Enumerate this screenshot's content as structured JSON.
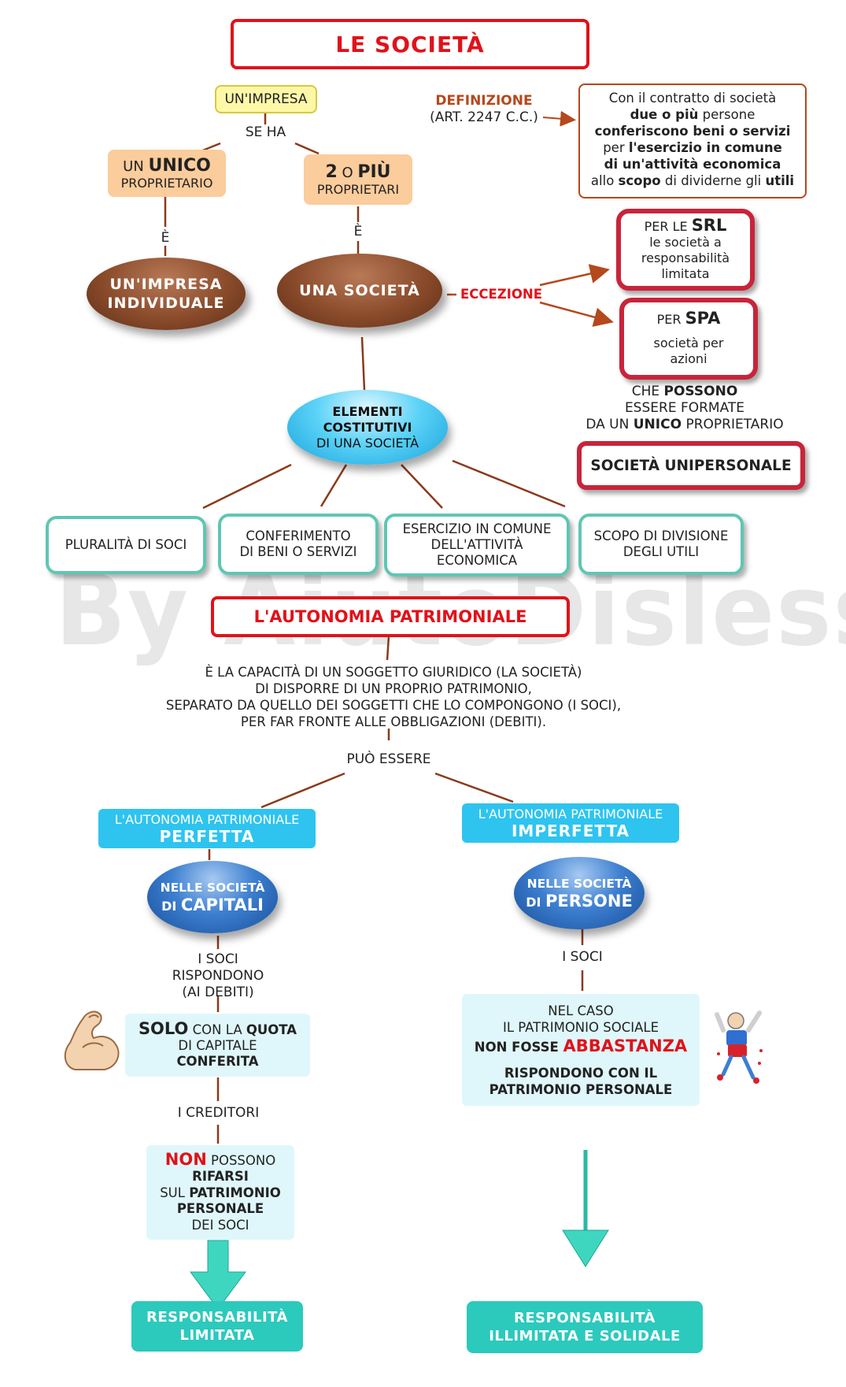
{
  "title": "LE SOCIETÀ",
  "impresa": "UN'IMPRESA",
  "se_ha": "SE HA",
  "unico": {
    "pre": "UN ",
    "strong": "UNICO",
    "line2": "PROPRIETARIO"
  },
  "piu": {
    "strong1": "2",
    "mid": " O ",
    "strong2": "PIÙ",
    "line2": "PROPRIETARI"
  },
  "e1": "È",
  "e2": "È",
  "impresa_individuale": {
    "line1": "UN'IMPRESA",
    "line2": "INDIVIDUALE"
  },
  "una_societa": "UNA SOCIETÀ",
  "definizione": {
    "label": "DEFINIZIONE",
    "ref": "(ART. 2247 C.C.)"
  },
  "definition_box": {
    "l1": "Con il contratto di società",
    "l2a": "due o più",
    "l2b": " persone",
    "l3": "conferiscono beni o servizi",
    "l4a": "per ",
    "l4b": "l'esercizio in comune",
    "l5": "di un'attività economica",
    "l6a": "allo ",
    "l6b": "scopo",
    "l6c": " di dividerne gli ",
    "l6d": "utili"
  },
  "eccezione": "ECCEZIONE",
  "srl": {
    "pre": "PER LE ",
    "strong": "SRL",
    "l2": "le società a",
    "l3": "responsabilità",
    "l4": "limitata"
  },
  "spa": {
    "pre": "PER ",
    "strong": "SPA",
    "l2": "società per",
    "l3": "azioni"
  },
  "possono": {
    "l1a": "CHE ",
    "l1b": "POSSONO",
    "l2": "ESSERE FORMATE",
    "l3a": "DA UN ",
    "l3b": "UNICO",
    "l3c": " PROPRIETARIO"
  },
  "unipersonale": "SOCIETÀ UNIPERSONALE",
  "elementi": {
    "l1": "ELEMENTI",
    "l2": "COSTITUTIVI",
    "l3": "DI UNA SOCIETÀ"
  },
  "element_boxes": [
    {
      "l1": "PLURALITÀ DI SOCI",
      "l2": "",
      "l3": ""
    },
    {
      "l1": "CONFERIMENTO",
      "l2": "DI BENI O SERVIZI",
      "l3": ""
    },
    {
      "l1": "ESERCIZIO IN COMUNE",
      "l2": "DELL'ATTIVITÀ",
      "l3": "ECONOMICA"
    },
    {
      "l1": "SCOPO DI DIVISIONE",
      "l2": "DEGLI UTILI",
      "l3": ""
    }
  ],
  "autonomia_title": "L'AUTONOMIA PATRIMONIALE",
  "autonomia_def": {
    "l1": "È LA CAPACITÀ DI UN SOGGETTO GIURIDICO (LA SOCIETÀ)",
    "l2": "DI DISPORRE DI UN PROPRIO PATRIMONIO,",
    "l3": "SEPARATO DA QUELLO DEI SOGGETTI CHE LO COMPONGONO (I SOCI),",
    "l4": "PER FAR FRONTE ALLE OBBLIGAZIONI (DEBITI)."
  },
  "puo_essere": "PUÒ ESSERE",
  "perfetta": {
    "l1": "L'AUTONOMIA PATRIMONIALE",
    "l2": "PERFETTA"
  },
  "imperfetta": {
    "l1": "L'AUTONOMIA PATRIMONIALE",
    "l2": "IMPERFETTA"
  },
  "capitali": {
    "l1": "NELLE SOCIETÀ",
    "l2a": "DI ",
    "l2b": "CAPITALI"
  },
  "persone": {
    "l1": "NELLE SOCIETÀ",
    "l2a": "DI ",
    "l2b": "PERSONE"
  },
  "soci_rispondono": {
    "l1": "I SOCI",
    "l2": "RISPONDONO",
    "l3": "(AI DEBITI)"
  },
  "i_soci": "I SOCI",
  "solo": {
    "a": "SOLO",
    "b": " CON LA ",
    "c": "QUOTA",
    "l2": "DI CAPITALE",
    "l3": "CONFERITA"
  },
  "nel_caso": {
    "l1": "NEL CASO",
    "l2": "IL PATRIMONIO SOCIALE",
    "l3a": "NON FOSSE ",
    "l3b": "ABBASTANZA",
    "l4": "RISPONDONO CON IL",
    "l5": "PATRIMONIO PERSONALE"
  },
  "creditori": "I CREDITORI",
  "non_possono": {
    "a": "NON",
    "b": " POSSONO",
    "l2": "RIFARSI",
    "l3a": "SUL ",
    "l3b": "PATRIMONIO",
    "l4": "PERSONALE",
    "l5": "DEI SOCI"
  },
  "resp_limitata": {
    "l1": "RESPONSABILITÀ",
    "l2": "LIMITATA"
  },
  "resp_illimitata": {
    "l1": "RESPONSABILITÀ",
    "l2": "ILLIMITATA E SOLIDALE"
  },
  "watermark": "By AiutoDislessia.net",
  "colors": {
    "red": "#e0121a",
    "brown": "#8a4b2b",
    "crimson": "#c8243a",
    "teal": "#2cc9bd",
    "cyan": "#2ec4ef"
  }
}
